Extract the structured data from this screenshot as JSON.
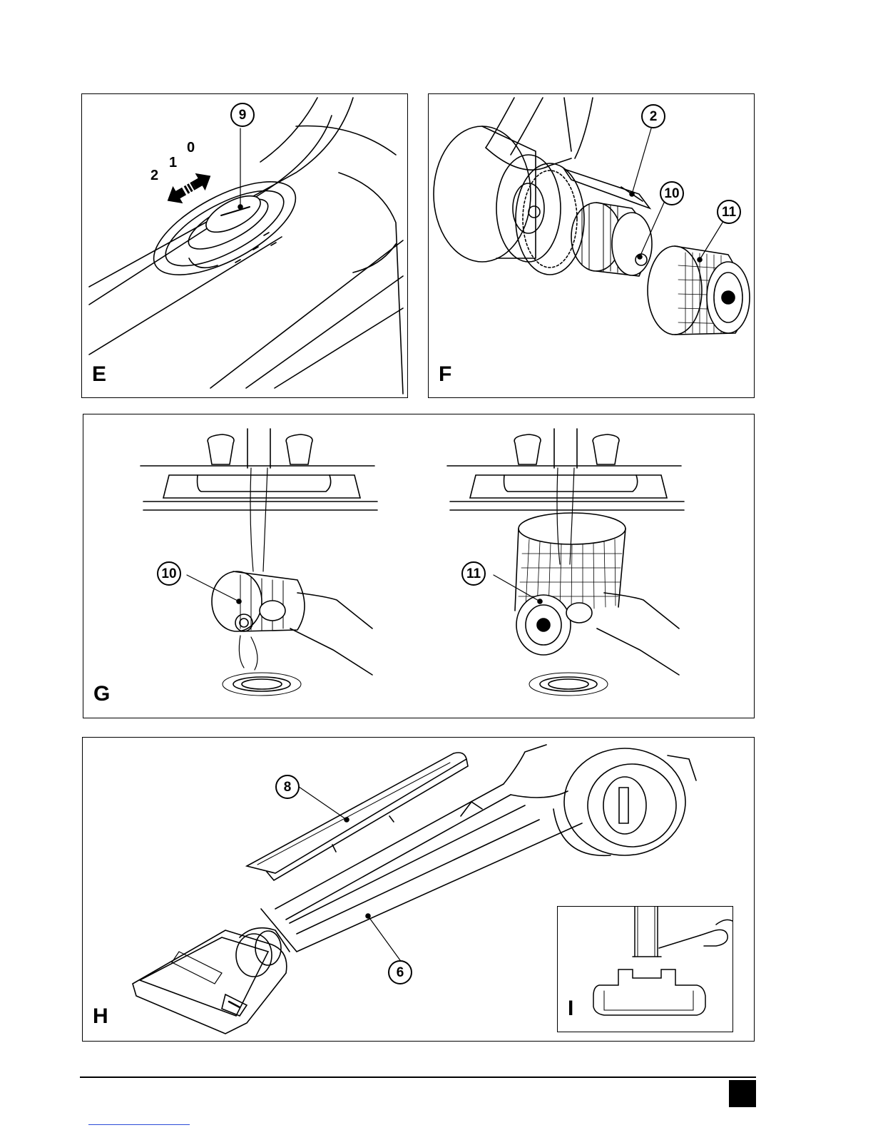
{
  "panels": {
    "e": {
      "letter": "E",
      "callout_9": "9",
      "pos_0": "0",
      "pos_1": "1",
      "pos_2": "2"
    },
    "f": {
      "letter": "F",
      "callout_2": "2",
      "callout_10": "10",
      "callout_11": "11"
    },
    "g": {
      "letter": "G",
      "callout_10": "10",
      "callout_11": "11"
    },
    "h": {
      "letter": "H",
      "callout_8": "8",
      "callout_6": "6"
    },
    "i": {
      "letter": "I"
    }
  }
}
